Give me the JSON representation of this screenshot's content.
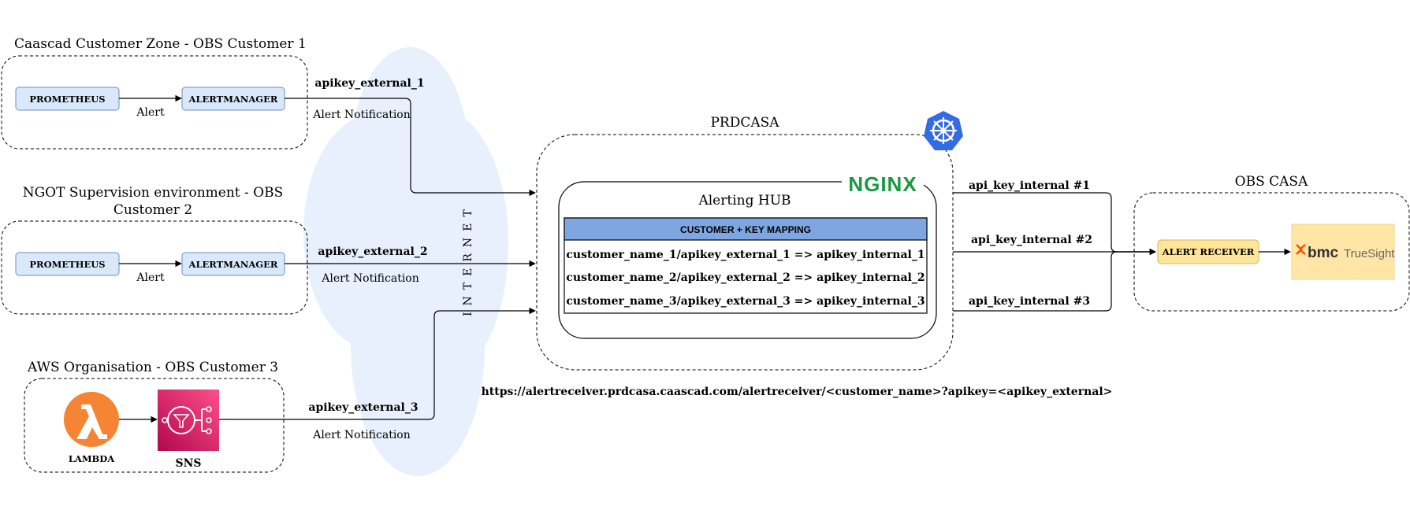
{
  "zones": {
    "customer1_title": "Caascad Customer Zone - OBS Customer 1",
    "customer2_title_line1": "NGOT Supervision environment - OBS",
    "customer2_title_line2": "Customer 2",
    "customer3_title": "AWS Organisation - OBS Customer 3",
    "prdcasa_title": "PRDCASA",
    "obscasa_title": "OBS CASA"
  },
  "nodes": {
    "prometheus": "PROMETHEUS",
    "alertmanager": "ALERTMANAGER",
    "lambda": "LAMBDA",
    "sns": "SNS",
    "alert_receiver": "ALERT RECEIVER"
  },
  "edges": {
    "alert": "Alert",
    "alert_notification": "Alert Notification",
    "apikey_external_1": "apikey_external_1",
    "apikey_external_2": "apikey_external_2",
    "apikey_external_3": "apikey_external_3",
    "api_key_internal_1": "api_key_internal #1",
    "api_key_internal_2": "api_key_internal #2",
    "api_key_internal_3": "api_key_internal #3"
  },
  "internet_label": "INTERNET",
  "hub": {
    "title": "Alerting HUB",
    "nginx_logo": "NGINX",
    "mapping_header": "CUSTOMER + KEY MAPPING",
    "mappings": [
      "customer_name_1/apikey_external_1 => apikey_internal_1",
      "customer_name_2/apikey_external_2 => apikey_internal_2",
      "customer_name_3/apikey_external_3 => apikey_internal_3"
    ]
  },
  "endpoint_url": "https://alertreceiver.prdcasa.caascad.com/alertreceiver/<customer_name>?apikey=<apikey_external>",
  "truesight_logo": {
    "bmc": "bmc",
    "product": "TrueSight"
  },
  "icons": [
    "kubernetes-icon",
    "lambda-icon",
    "sns-icon",
    "bmc-truesight-logo",
    "nginx-logo",
    "internet-cloud"
  ],
  "colors": {
    "node_fill": "#dae8fc",
    "node_stroke": "#6c8ebf",
    "receiver_fill": "#ffe599",
    "receiver_stroke": "#d6b656",
    "mapping_header": "#7ea6e0",
    "cloud": "#e8f0fd",
    "lambda": "#f58534",
    "sns": "#d6246e",
    "kubernetes": "#326ce5",
    "nginx": "#179a3d",
    "bmc_orange": "#fe5000"
  }
}
